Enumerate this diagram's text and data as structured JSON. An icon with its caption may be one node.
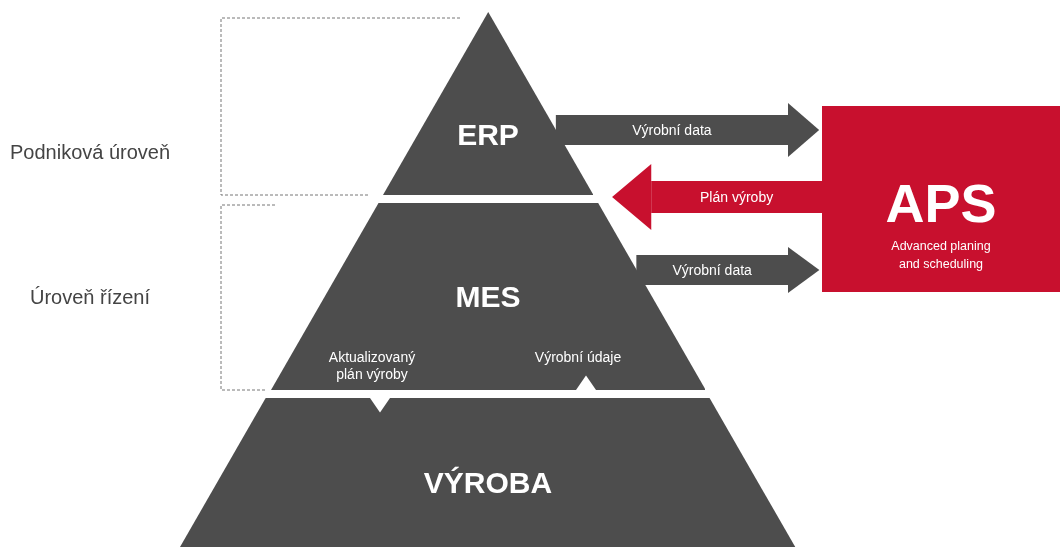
{
  "diagram": {
    "nodes": [
      {
        "text": [
          "ERP"
        ]
      },
      {
        "text": [
          "MES"
        ]
      },
      {
        "text": [
          "VÝROBA"
        ]
      },
      {
        "text": [
          "APS",
          "Advanced planing and scheduling"
        ]
      }
    ],
    "edges": [
      {
        "from": 0,
        "to": 3,
        "arrow": "to",
        "label": "Výrobní data"
      },
      {
        "from": 3,
        "to": 0,
        "arrow": "to",
        "label": "Plán výroby",
        "color": "#c8102e"
      },
      {
        "from": 1,
        "to": 3,
        "arrow": "to",
        "label": "Výrobní data"
      },
      {
        "from": 1,
        "to": 2,
        "arrow": "to",
        "label": "Aktualizovaný plán výroby",
        "color": "#ffffff"
      },
      {
        "from": 2,
        "to": 1,
        "arrow": "to",
        "label": "Výrobní údaje",
        "color": "#ffffff"
      }
    ],
    "labels": [
      "Podniková úroveň",
      "Úroveň řízení"
    ]
  }
}
